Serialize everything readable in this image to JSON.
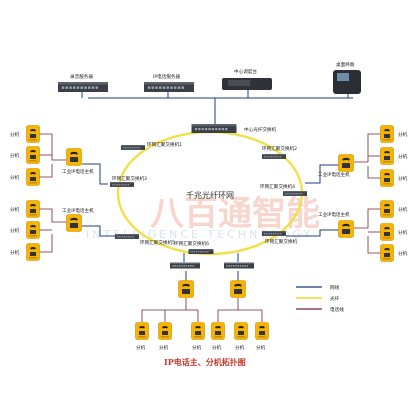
{
  "servers": {
    "record": "录音服务器",
    "ip_phone": "IP电话服务器",
    "dispatch": "中心调度台",
    "desk_phone": "桌面终端"
  },
  "core_switch": "中心光纤交换机",
  "ring_label": "千兆光纤环网",
  "ring_switches": {
    "top": "环网汇聚交换机1",
    "right_top": "环网汇聚交换机2",
    "left_mid": "环网汇聚交换机3",
    "right_mid": "环网汇聚交换机4",
    "left_bot": "环网汇聚交换机5",
    "bottom": "环网汇聚交换机6",
    "right_bot": "环网汇聚交换机"
  },
  "host_label": "工业IP电话主机",
  "ext_label": "分机",
  "legend": {
    "network": "网线",
    "fiber": "光纤",
    "phone": "电话线"
  },
  "watermark": {
    "cn": "八百通智能",
    "en": "INTELLIGENCE TECHNOLOGY"
  },
  "caption": "IP电话主、分机拓扑图",
  "colors": {
    "network": "#1f3c78",
    "fiber": "#f2e04a",
    "phone": "#7a2330",
    "phone_body": "#f6b400"
  }
}
